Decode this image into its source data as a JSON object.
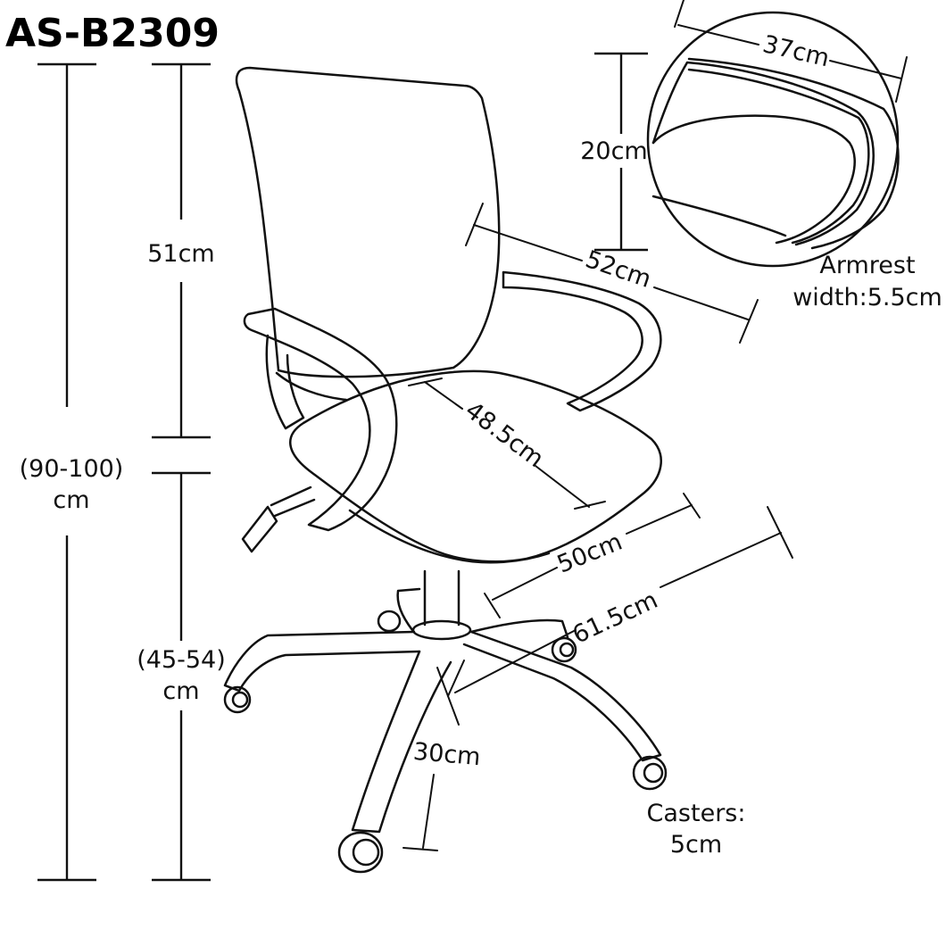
{
  "title": "AS-B2309",
  "dimensions": {
    "total_height": {
      "line1": "(90-100)",
      "line2": "cm"
    },
    "backrest_height": "51cm",
    "seat_height": {
      "line1": "(45-54)",
      "line2": "cm"
    },
    "backrest_width": "52cm",
    "seat_depth": "48.5cm",
    "seat_width": "50cm",
    "base_diameter": "61.5cm",
    "base_leg": "30cm",
    "armrest_length": "37cm",
    "armrest_height": "20cm"
  },
  "notes": {
    "armrest": {
      "line1": "Armrest",
      "line2": "width:5.5cm"
    },
    "casters": {
      "line1": "Casters:",
      "line2": "5cm"
    }
  },
  "colors": {
    "line": "#111111",
    "background": "#ffffff"
  }
}
